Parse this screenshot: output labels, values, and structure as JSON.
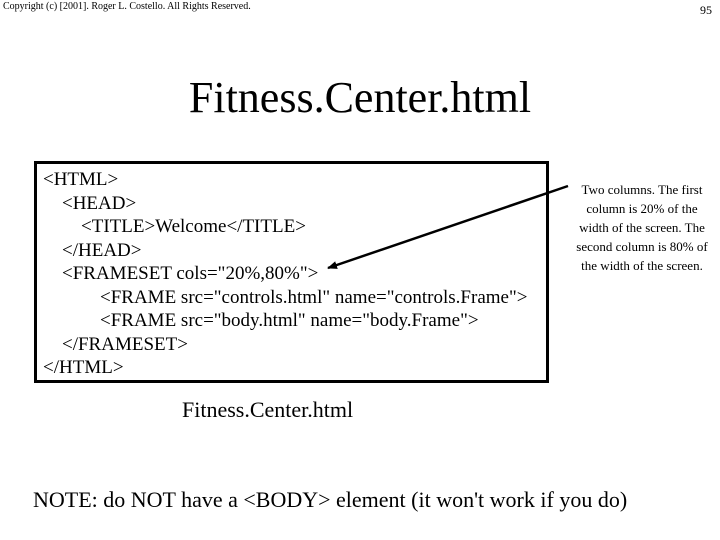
{
  "header": {
    "copyright": "Copyright (c) [2001]. Roger L. Costello. All Rights Reserved.",
    "page_number": "95"
  },
  "title": "Fitness.Center.html",
  "code": {
    "lines": [
      "<HTML>",
      "    <HEAD>",
      "        <TITLE>Welcome</TITLE>",
      "    </HEAD>",
      "    <FRAMESET cols=\"20%,80%\">",
      "            <FRAME src=\"controls.html\" name=\"controls.Frame\">",
      "            <FRAME src=\"body.html\" name=\"body.Frame\">",
      "    </FRAMESET>",
      "</HTML>"
    ]
  },
  "annotation": "Two columns. The first column is 20% of the width of the screen. The second column is 80% of the width of the screen.",
  "caption": "Fitness.Center.html",
  "note": "NOTE: do NOT have a <BODY> element (it won't work if you do)"
}
